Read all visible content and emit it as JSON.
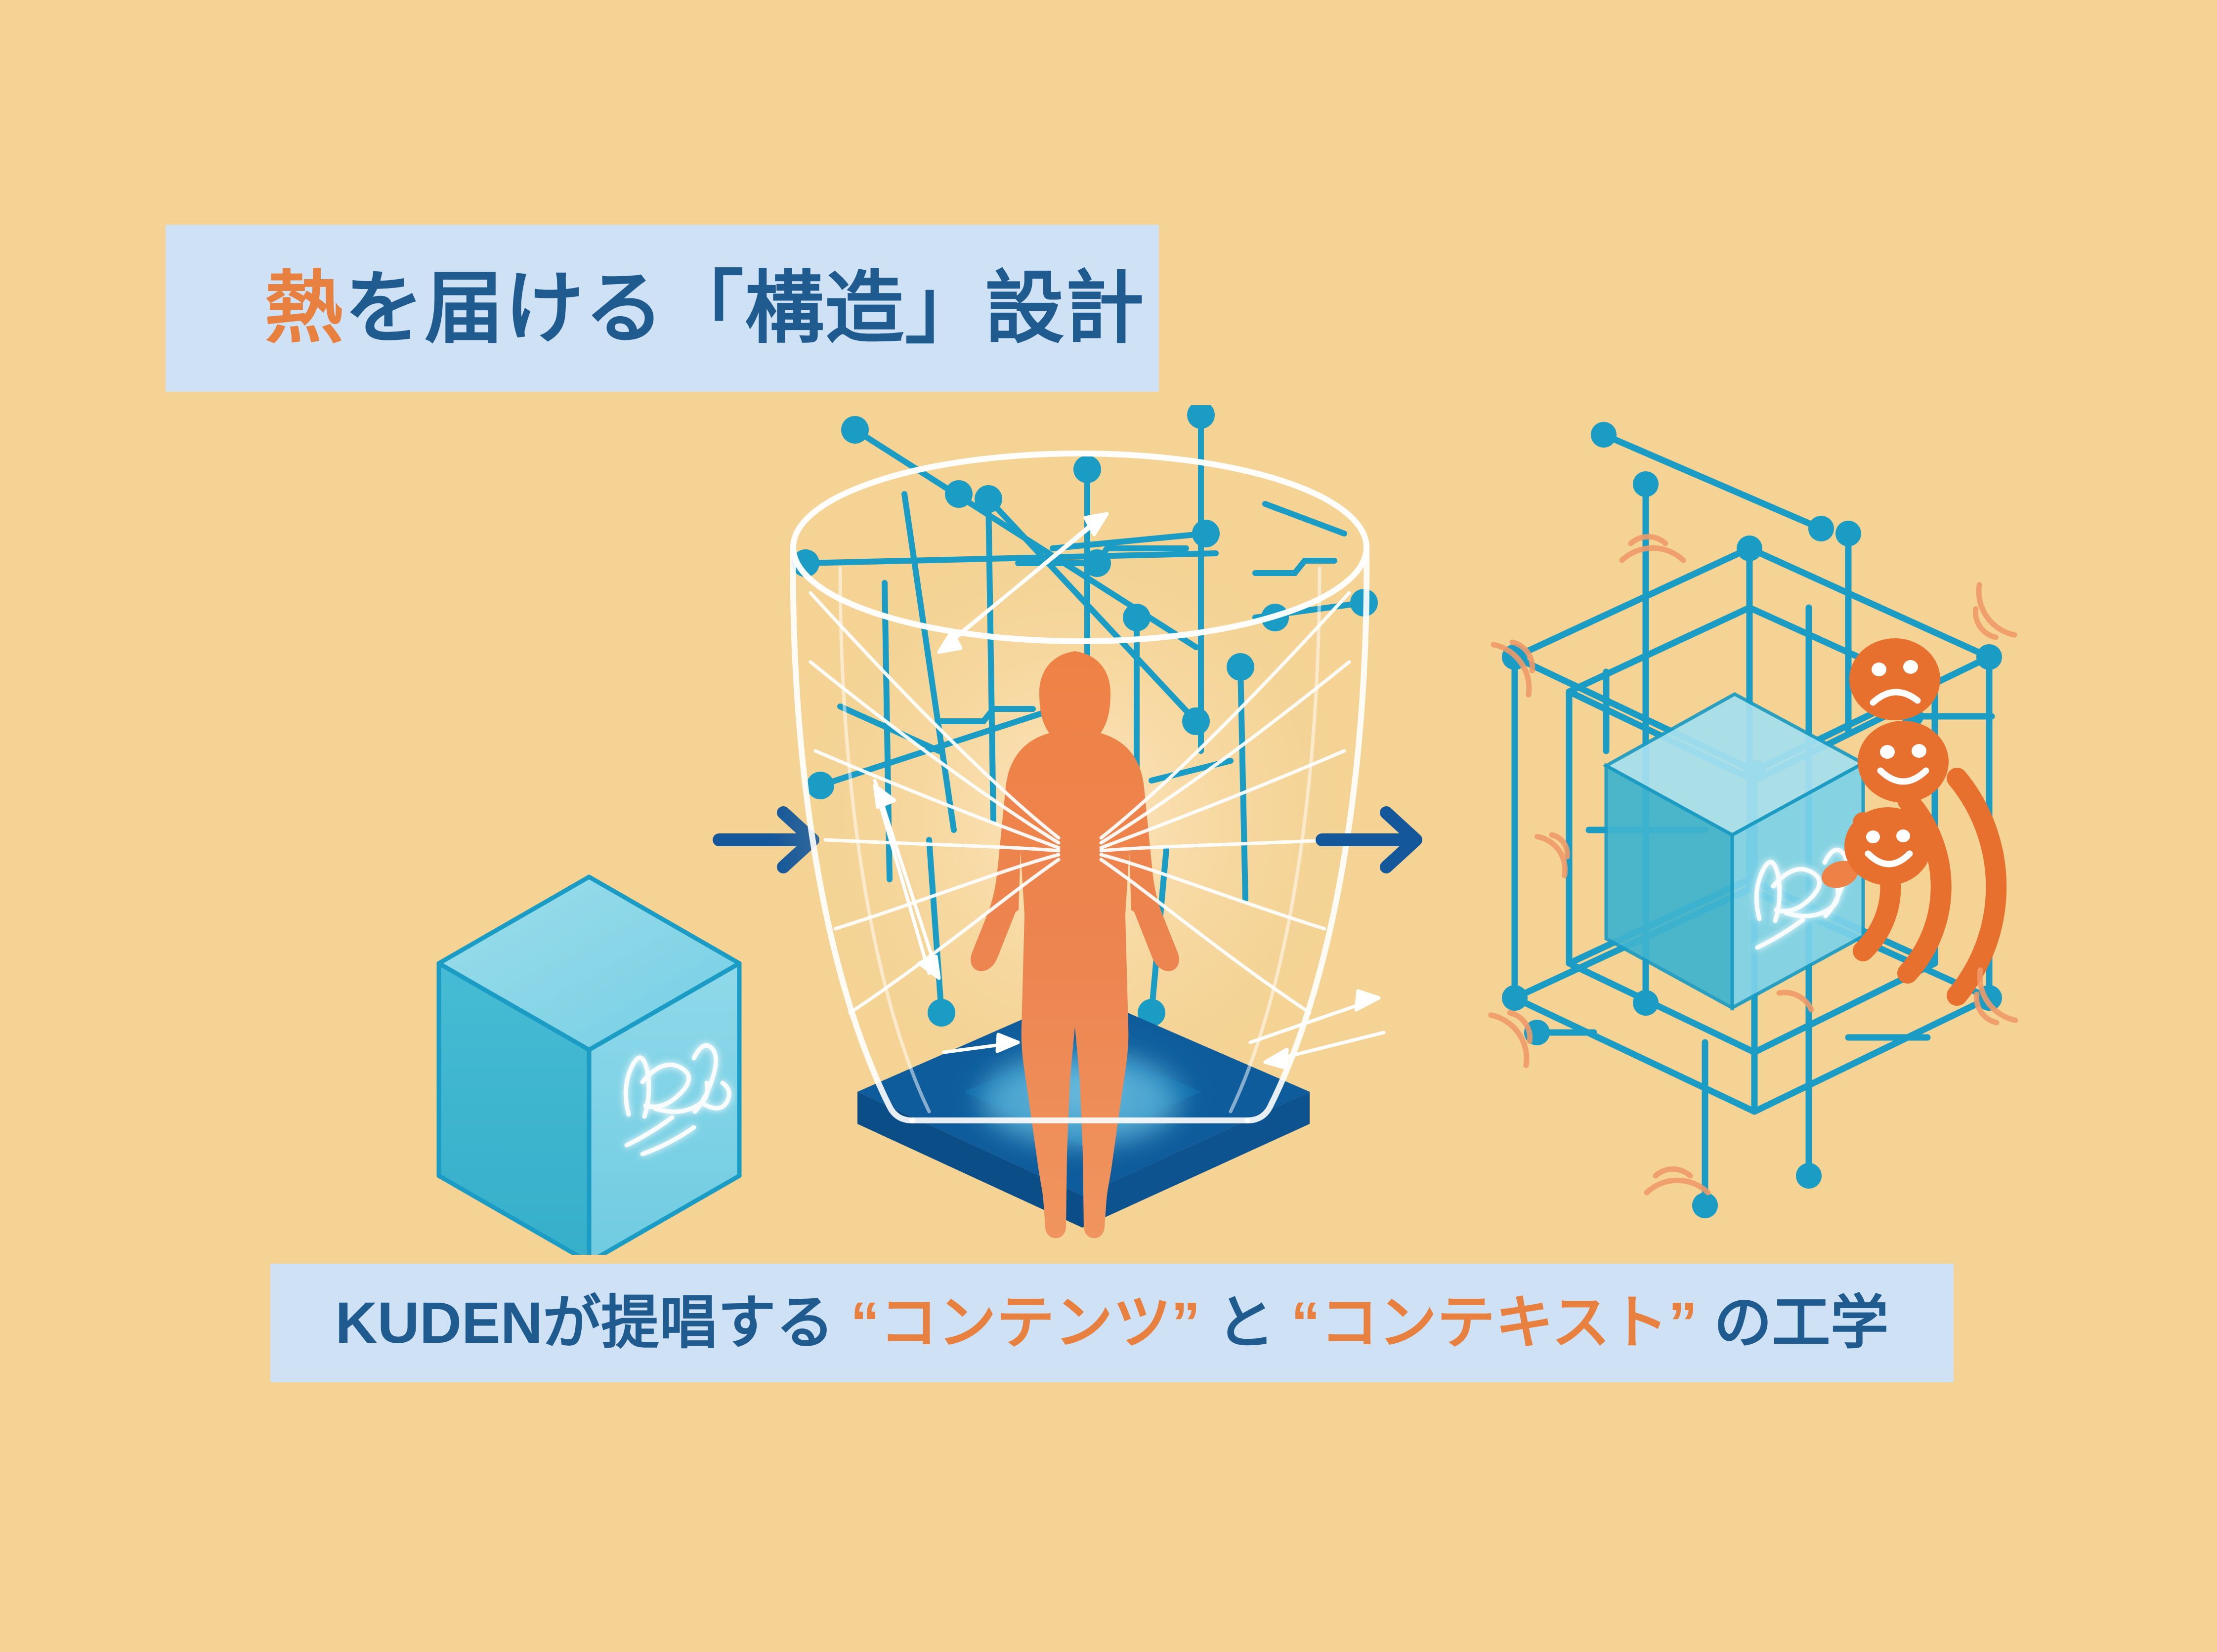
{
  "slide": {
    "background_color": "#F4D394",
    "band_color": "#CFE1F5",
    "accent_orange": "#E8803F",
    "accent_blue": "#1F5B8F",
    "accent_teal": "#1B9CC4",
    "platform_blue": "#0F5C9C"
  },
  "title": {
    "highlight": "熱",
    "rest": "を届ける「構造」設計",
    "full": "熱を届ける「構造」設計"
  },
  "caption": {
    "lead": "KUDENが提唱する ",
    "term1": "“コンテンツ”",
    "join": " と ",
    "term2": "“コンテキスト”",
    "tail": " の工学",
    "full": "KUDENが提唱する “コンテンツ” と “コンテキスト” の工学"
  },
  "diagram": {
    "stage1": {
      "name": "content-cube",
      "label": "isometric cyan cube with glowing white scribble"
    },
    "arrow1": {
      "name": "flow-arrow-1",
      "glyph": "→"
    },
    "stage2": {
      "name": "human-context-funnel",
      "label": "orange human silhouette on blue platform inside white funnel of converging lines"
    },
    "arrow2": {
      "name": "flow-arrow-2",
      "glyph": "→"
    },
    "stage3": {
      "name": "delivery-lattice",
      "label": "wireframe lattice cage containing cyan cube radiating orange waves"
    },
    "reactions": [
      {
        "name": "reaction-face-sad",
        "mood": "sad"
      },
      {
        "name": "reaction-face-happy",
        "mood": "happy"
      },
      {
        "name": "reaction-face-smile",
        "mood": "smile"
      }
    ]
  }
}
